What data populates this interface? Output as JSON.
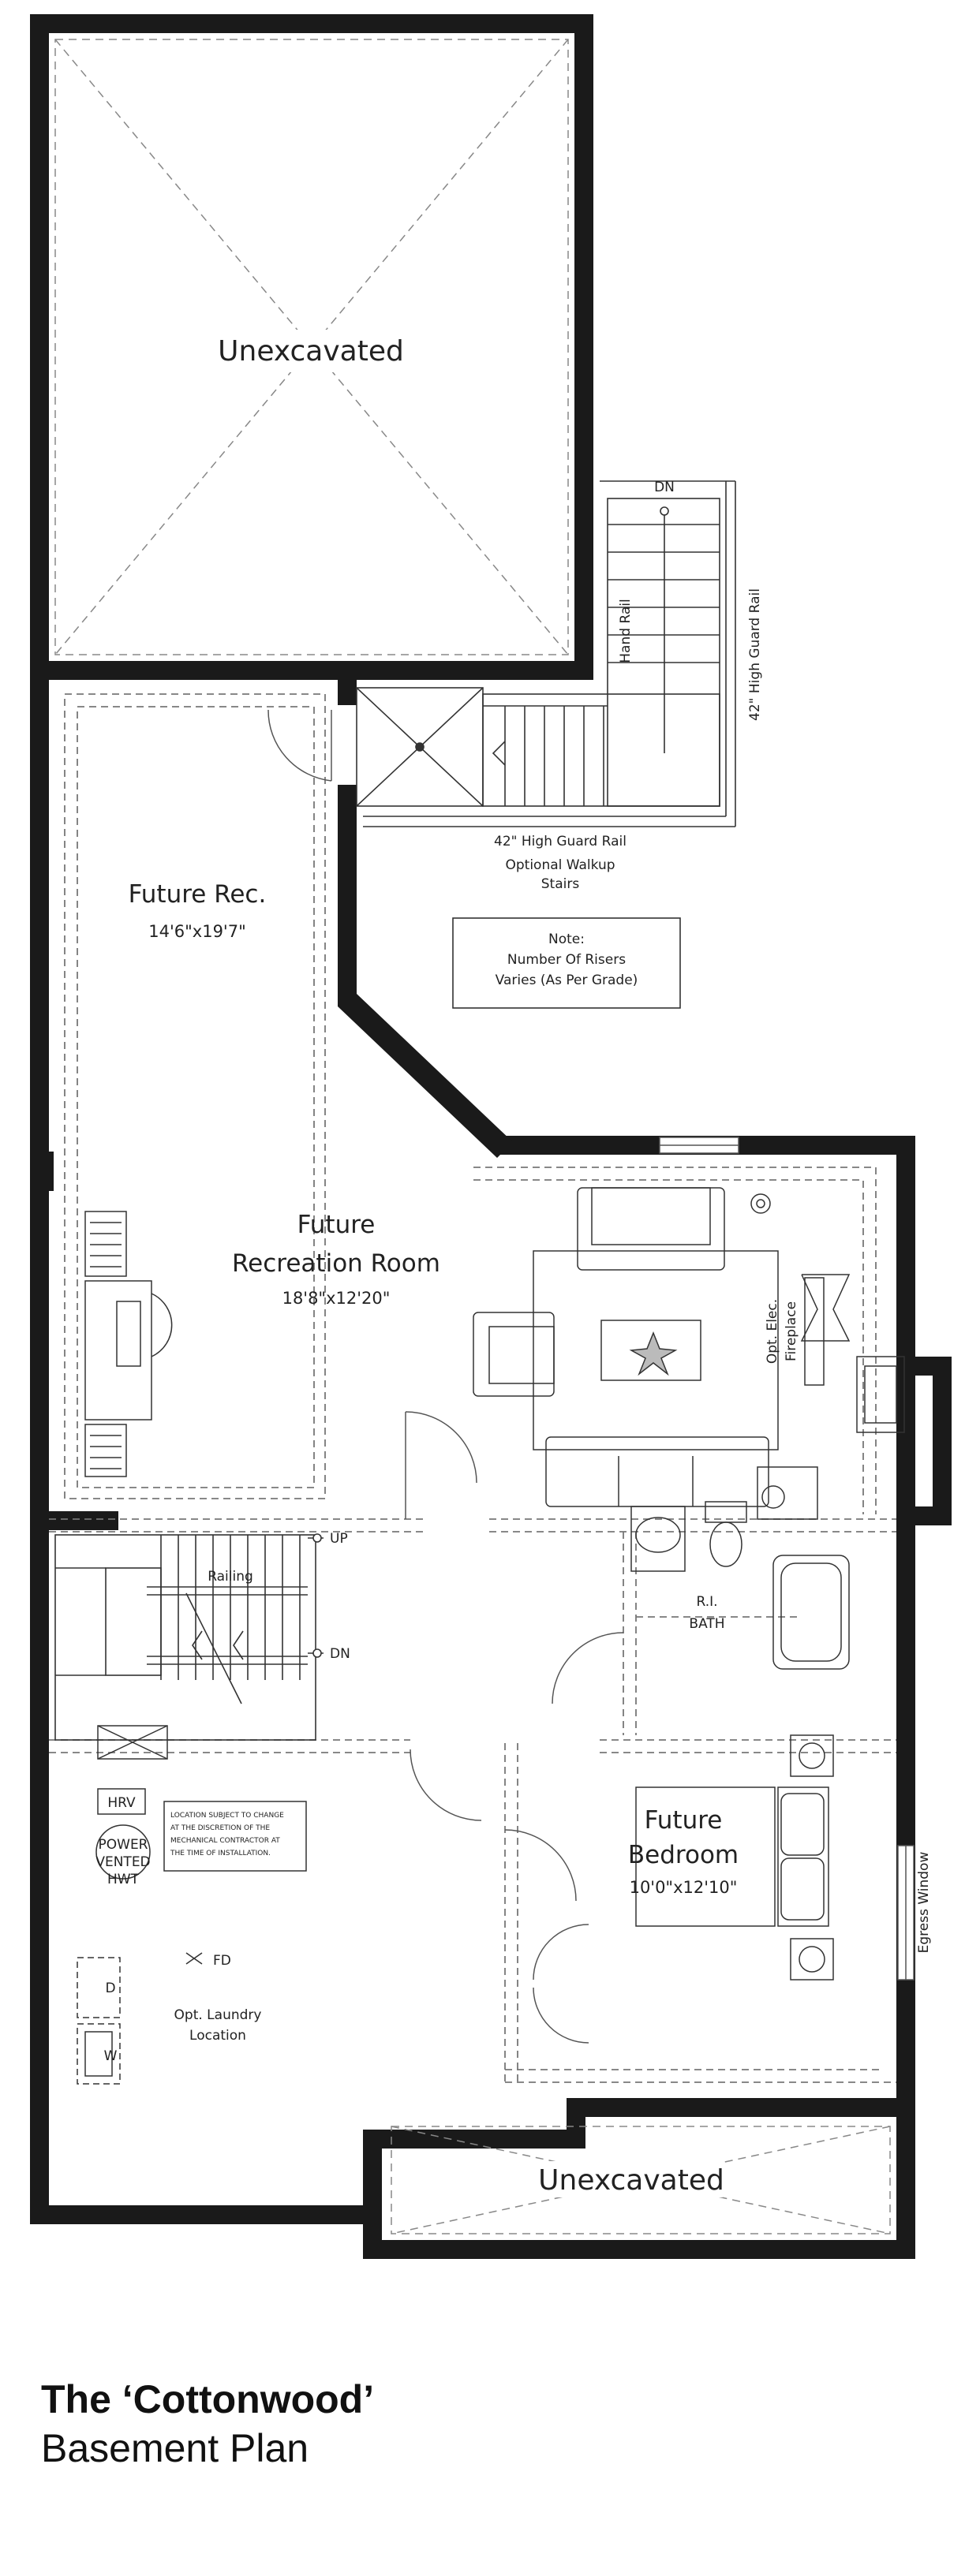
{
  "plan": {
    "unexcavated_top": "Unexcavated",
    "stair_dn_top": "DN",
    "hand_rail": "Hand Rail",
    "guard_rail_side": "42\" High Guard Rail",
    "guard_rail_bottom": "42\" High Guard Rail",
    "optional_walkup_1": "Optional Walkup",
    "optional_walkup_2": "Stairs",
    "note_title": "Note:",
    "note_line1": "Number Of Risers",
    "note_line2": "Varies (As Per Grade)",
    "future_rec_name": "Future Rec.",
    "future_rec_dim": "14'6\"x19'7\"",
    "rec_room_line1": "Future",
    "rec_room_line2": "Recreation Room",
    "rec_room_dim": "18'8\"x12'20\"",
    "fireplace_1": "Opt. Elec.",
    "fireplace_2": "Fireplace",
    "stair_up": "UP",
    "railing": "Railing",
    "stair_dn": "DN",
    "bath_1": "R.I.",
    "bath_2": "BATH",
    "hrv": "HRV",
    "location_note_1": "LOCATION SUBJECT TO CHANGE",
    "location_note_2": "AT THE DISCRETION OF THE",
    "location_note_3": "MECHANICAL CONTRACTOR AT",
    "location_note_4": "THE TIME OF INSTALLATION.",
    "hwt_1": "POWER",
    "hwt_2": "VENTED",
    "hwt_3": "HWT",
    "fd": "FD",
    "dryer": "D",
    "washer": "W",
    "laundry_1": "Opt. Laundry",
    "laundry_2": "Location",
    "bedroom_1": "Future",
    "bedroom_2": "Bedroom",
    "bedroom_dim": "10'0\"x12'10\"",
    "egress": "Egress Window",
    "unexcavated_bottom": "Unexcavated"
  },
  "caption": {
    "title": "The ‘Cottonwood’",
    "subtitle": "Basement Plan"
  }
}
